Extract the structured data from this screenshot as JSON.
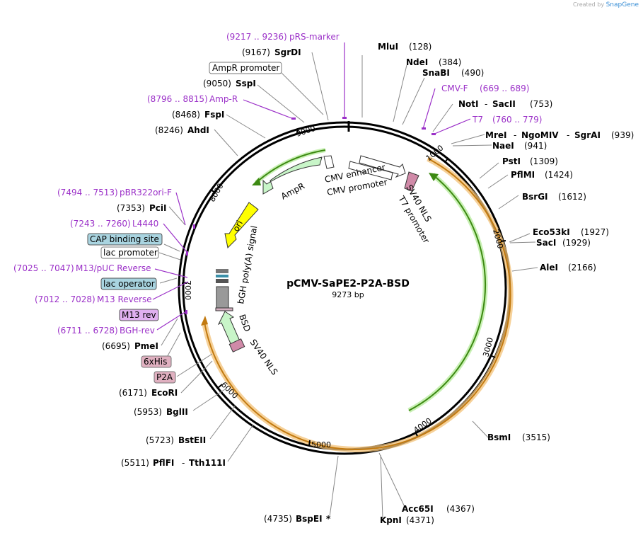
{
  "credit": {
    "prefix": "Created by",
    "brand": "SnapGene"
  },
  "plasmid": {
    "name": "pCMV-SaPE2-P2A-BSD",
    "length_label": "9273 bp"
  },
  "ticks": [
    "1000",
    "2000",
    "3000",
    "4000",
    "5000",
    "6000",
    "7000",
    "8000",
    "9000"
  ],
  "colors": {
    "primer": "#9b30c8",
    "cds_orange": "#e8a33a",
    "cds_green": "#3d8a12",
    "ori": "#ffff00",
    "feature_green": "#c8f5c8"
  },
  "right_labels": [
    {
      "name": "MluI",
      "pos": "(128)"
    },
    {
      "name": "NdeI",
      "pos": "(384)"
    },
    {
      "name": "SnaBI",
      "pos": "(490)"
    },
    {
      "primer": "CMV-F",
      "range": "(669 .. 689)"
    },
    {
      "name": "NotI",
      "name2": "SacII",
      "pos": "(753)"
    },
    {
      "primer": "T7",
      "range": "(760 .. 779)"
    },
    {
      "name": "MreI",
      "name2": "NgoMIV",
      "name3": "SgrAI",
      "pos": "(939)"
    },
    {
      "name": "NaeI",
      "pos": "(941)"
    },
    {
      "name": "PstI",
      "pos": "(1309)"
    },
    {
      "name": "PflMI",
      "pos": "(1424)"
    },
    {
      "name": "BsrGI",
      "pos": "(1612)"
    },
    {
      "name": "Eco53kI",
      "pos": "(1927)"
    },
    {
      "name": "SacI",
      "pos": "(1929)"
    },
    {
      "name": "AleI",
      "pos": "(2166)"
    },
    {
      "name": "BsmI",
      "pos": "(3515)"
    },
    {
      "name": "Acc65I",
      "pos": "(4367)"
    },
    {
      "name": "KpnI",
      "pos": "(4371)"
    },
    {
      "name": "BspEI",
      "star": "*",
      "pos": "(4735)"
    }
  ],
  "left_labels": [
    {
      "primer": "pRS-marker",
      "range": "(9217 .. 9236)"
    },
    {
      "name": "SgrDI",
      "pos": "(9167)"
    },
    {
      "box": "AmpR promoter"
    },
    {
      "name": "SspI",
      "pos": "(9050)"
    },
    {
      "primer": "Amp-R",
      "range": "(8796 .. 8815)"
    },
    {
      "name": "FspI",
      "pos": "(8468)"
    },
    {
      "name": "AhdI",
      "pos": "(8246)"
    },
    {
      "primer": "pBR322ori-F",
      "range": "(7494 .. 7513)"
    },
    {
      "name": "PciI",
      "pos": "(7353)"
    },
    {
      "primer": "L4440",
      "range": "(7243 .. 7260)"
    },
    {
      "box": "CAP binding site"
    },
    {
      "box": "lac promoter"
    },
    {
      "primer": "M13/pUC Reverse",
      "range": "(7025 .. 7047)"
    },
    {
      "box": "lac operator"
    },
    {
      "primer": "M13 Reverse",
      "range": "(7012 .. 7028)"
    },
    {
      "box": "M13 rev"
    },
    {
      "primer": "BGH-rev",
      "range": "(6711 .. 6728)"
    },
    {
      "name": "PmeI",
      "pos": "(6695)"
    },
    {
      "box": "6xHis"
    },
    {
      "box": "P2A"
    },
    {
      "name": "EcoRI",
      "pos": "(6171)"
    },
    {
      "name": "BglII",
      "pos": "(5953)"
    },
    {
      "name": "BstEII",
      "pos": "(5723)"
    },
    {
      "name": "PflFI",
      "name2": "Tth111I",
      "pos": "(5511)"
    }
  ],
  "features": {
    "cmv_enhancer": "CMV enhancer",
    "cmv_promoter": "CMV promoter",
    "t7_promoter": "T7 promoter",
    "sv40_nls_top": "SV40 NLS",
    "ampr": "AmpR",
    "ori": "ori",
    "bgh": "bGH poly(A) signal",
    "bsd": "BSD",
    "sv40_nls_bottom": "SV40 NLS"
  }
}
